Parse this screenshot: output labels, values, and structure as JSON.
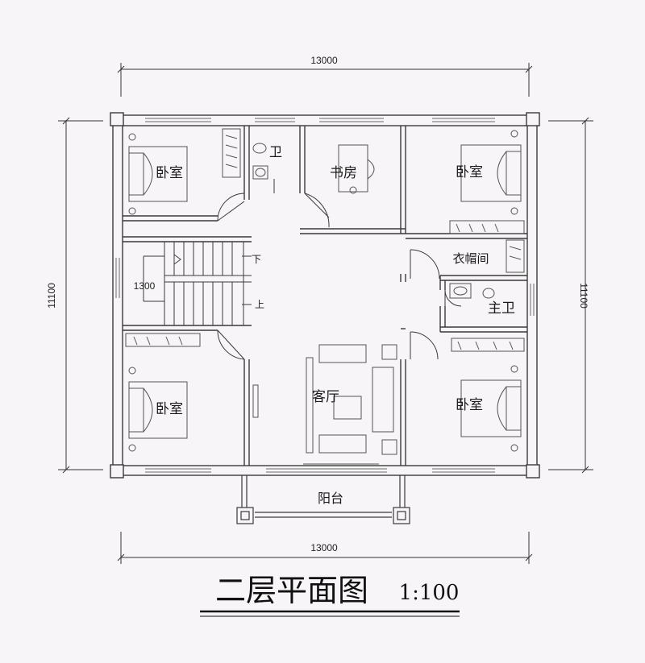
{
  "dimensions": {
    "top_width": "13000",
    "bottom_width": "13000",
    "left_height": "11100",
    "right_height": "11100",
    "stair_width": "1300"
  },
  "rooms": {
    "bedroom_top_left": "卧室",
    "toilet_top": "卫",
    "study": "书房",
    "bedroom_top_right": "卧室",
    "cloakroom": "衣帽间",
    "master_bath": "主卫",
    "bedroom_bottom_left": "卧室",
    "living_room": "客厅",
    "bedroom_bottom_right": "卧室",
    "balcony": "阳台"
  },
  "stairs": {
    "down": "下",
    "up": "上"
  },
  "title": {
    "name": "二层平面图",
    "scale": "1:100"
  },
  "colors": {
    "wall": "#3a3a3a",
    "window": "#6a6a6a",
    "background": "#f7f5f7"
  }
}
